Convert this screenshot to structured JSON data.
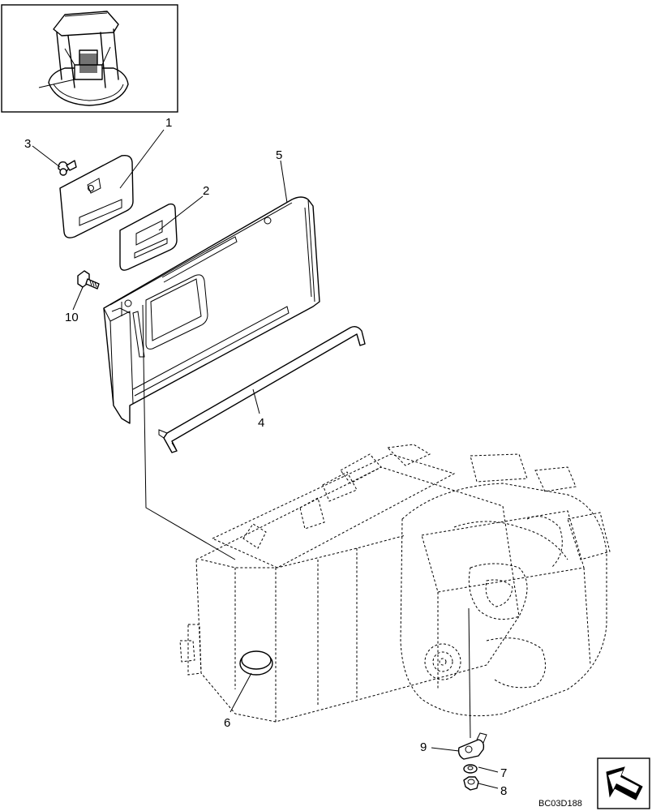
{
  "diagram": {
    "callouts": [
      "1",
      "2",
      "3",
      "4",
      "5",
      "6",
      "7",
      "8",
      "9",
      "10"
    ],
    "drawing_code": "BC03D188"
  }
}
